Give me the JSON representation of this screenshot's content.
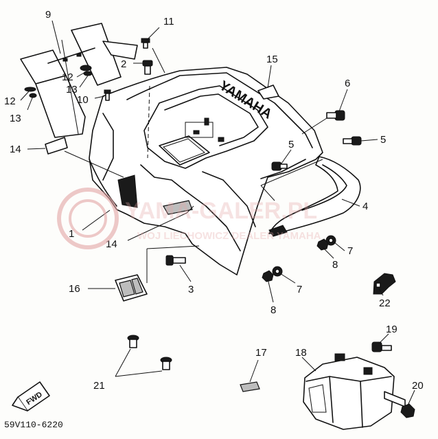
{
  "diagram": {
    "code": "59V110-6220",
    "fwd_label": "FWD",
    "embossed_logo": "YAMAHA",
    "callouts": {
      "c1": "1",
      "c2": "2",
      "c3": "3",
      "c4": "4",
      "c5a": "5",
      "c5b": "5",
      "c6": "6",
      "c7a": "7",
      "c7b": "7",
      "c8a": "8",
      "c8b": "8",
      "c9": "9",
      "c10": "10",
      "c11": "11",
      "c12a": "12",
      "c12b": "12",
      "c13a": "13",
      "c13b": "13",
      "c14a": "14",
      "c14b": "14",
      "c15": "15",
      "c16": "16",
      "c17": "17",
      "c18": "18",
      "c19": "19",
      "c20": "20",
      "c21": "21",
      "c22": "22"
    }
  },
  "watermark": {
    "line1": "YAMA-GALER.PL",
    "line2": "WOJ LIECHOWICZ DEALER YAMAHA",
    "color": "#e3a6a6"
  }
}
